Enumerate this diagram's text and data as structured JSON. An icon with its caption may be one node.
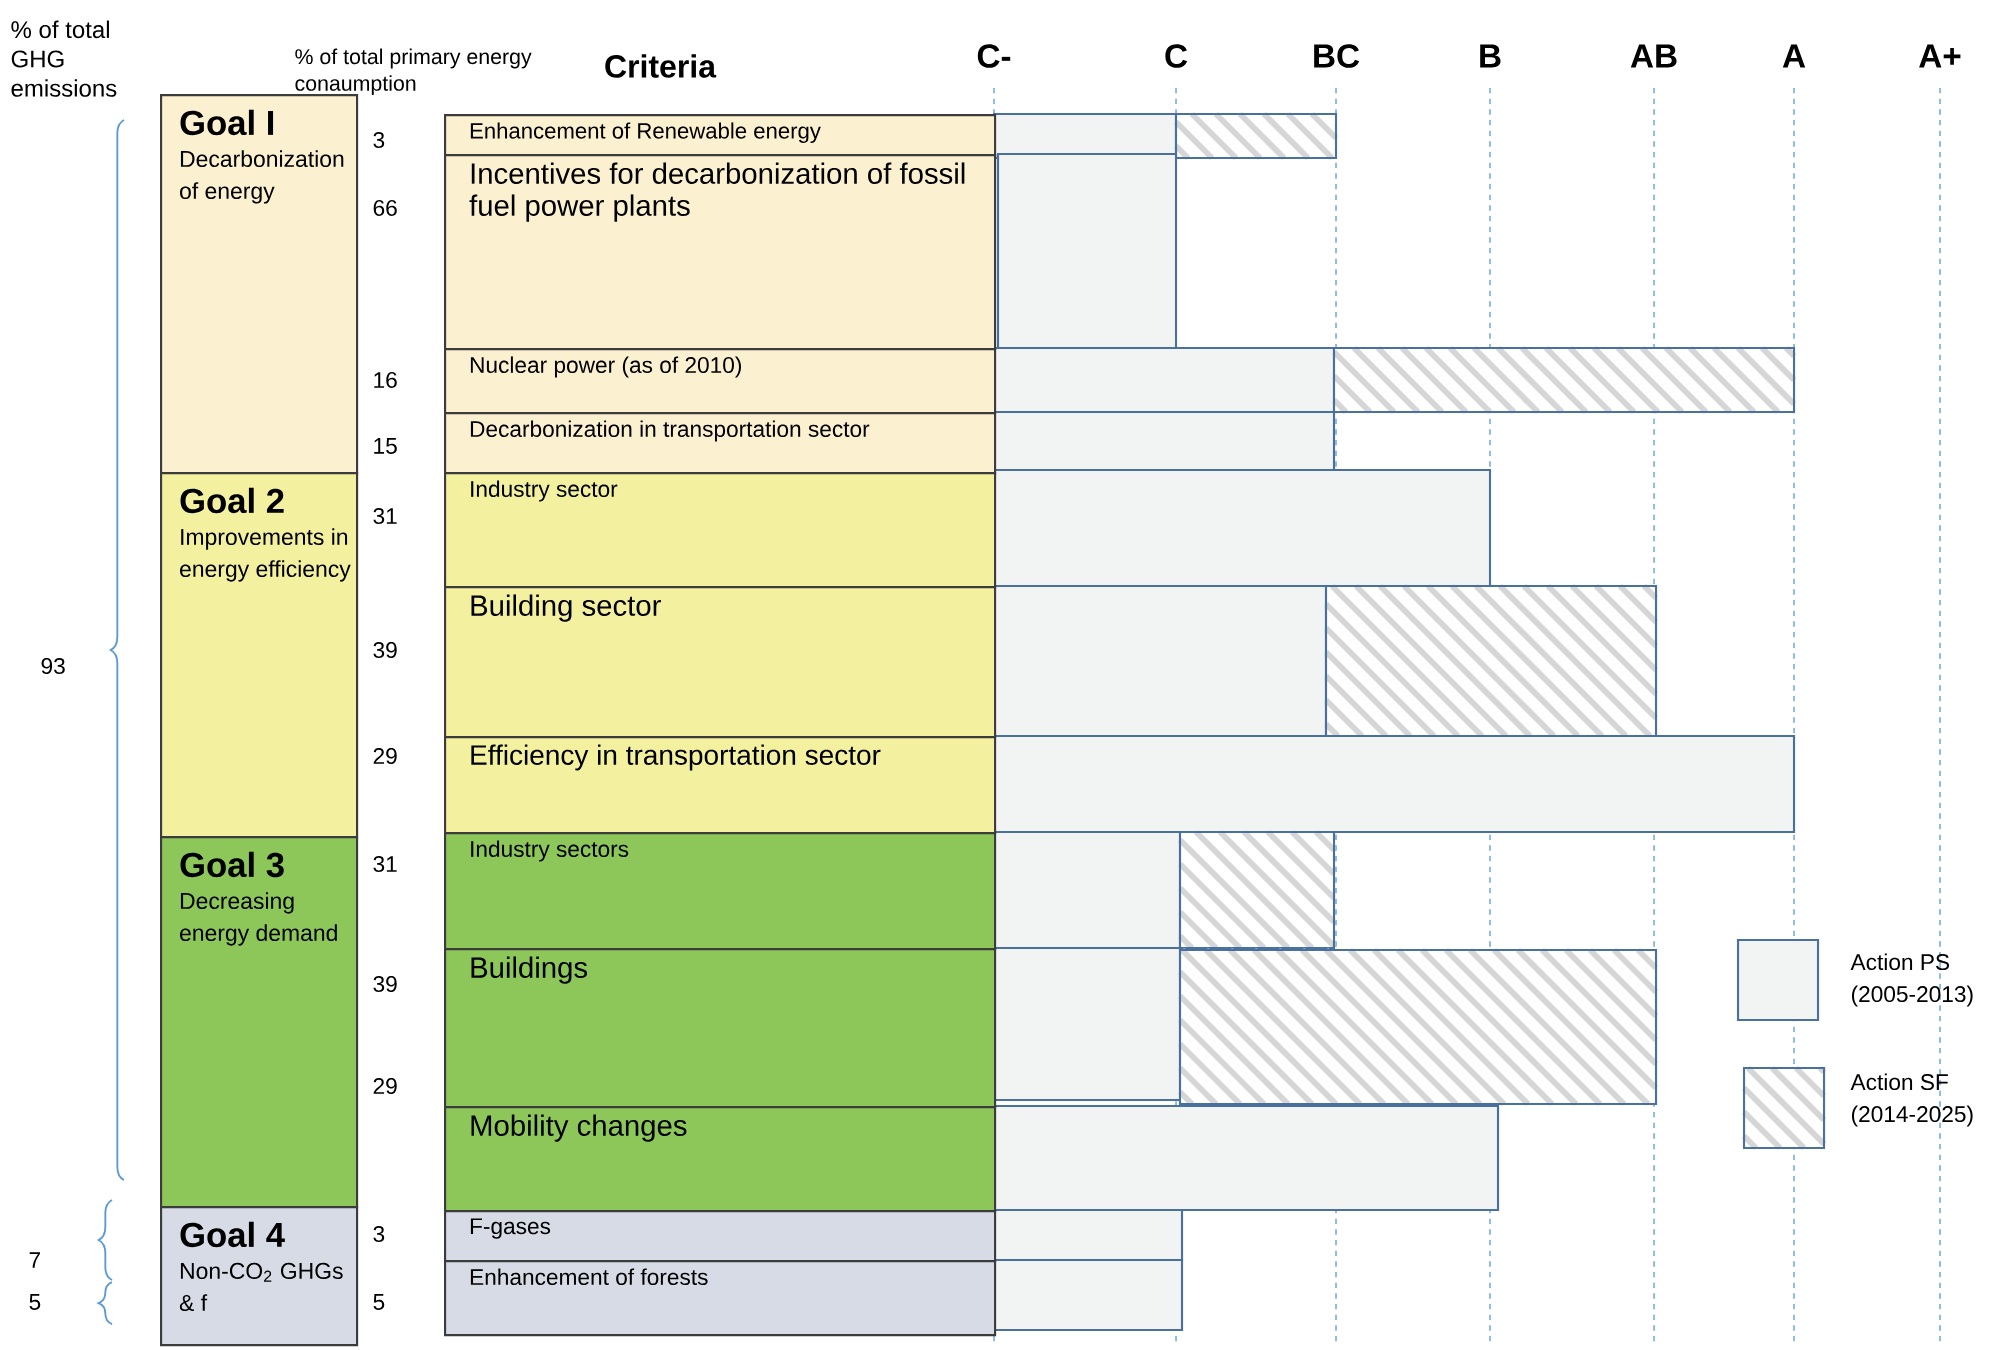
{
  "diagram": {
    "nodes": [
      {
        "text": [
          "Goal I",
          "Decarbonization of energy"
        ]
      },
      {
        "text": [
          "Goal 2",
          "Improvements in energy efficiency"
        ]
      },
      {
        "text": [
          "Goal 3",
          "Decreasing energy demand"
        ]
      },
      {
        "text": [
          "Goal 4",
          "Non-CO$_{2}$ GHGs & f"
        ]
      },
      {
        "text": [
          "Enhancement of Renewable energy"
        ]
      },
      {
        "text": [
          "Incentives for decarbonization of fossil fuel power plants"
        ]
      },
      {
        "text": [
          "Nuclear power (as of 2010)"
        ]
      },
      {
        "text": [
          "Decarbonization in transportation sector"
        ]
      },
      {
        "text": [
          "Industry sector"
        ]
      },
      {
        "text": [
          "Building sector"
        ]
      },
      {
        "text": [
          "Efficiency in transportation sector"
        ]
      },
      {
        "text": [
          "Industry sectors"
        ]
      },
      {
        "text": [
          "Buildings"
        ]
      },
      {
        "text": [
          "Mobility changes"
        ]
      },
      {
        "text": [
          "F-gases"
        ]
      },
      {
        "text": [
          "Enhancement of forests"
        ]
      }
    ],
    "labels": [
      "% of total GHG emissions",
      "% of total primary energy conaumption",
      "Criteria",
      "C-",
      "C",
      "BC",
      "B",
      "AB",
      "A",
      "A+",
      "3",
      "66",
      "16",
      "15",
      "93",
      "31",
      "39",
      "29",
      "31",
      "39",
      "29",
      "7",
      "3",
      "5",
      "5"
    ],
    "legend": [
      {
        "text": "Action PS (2005-2013)",
        "color": "#f2f4f4"
      },
      {
        "text": "Action SF (2014-2025)"
      }
    ]
  }
}
